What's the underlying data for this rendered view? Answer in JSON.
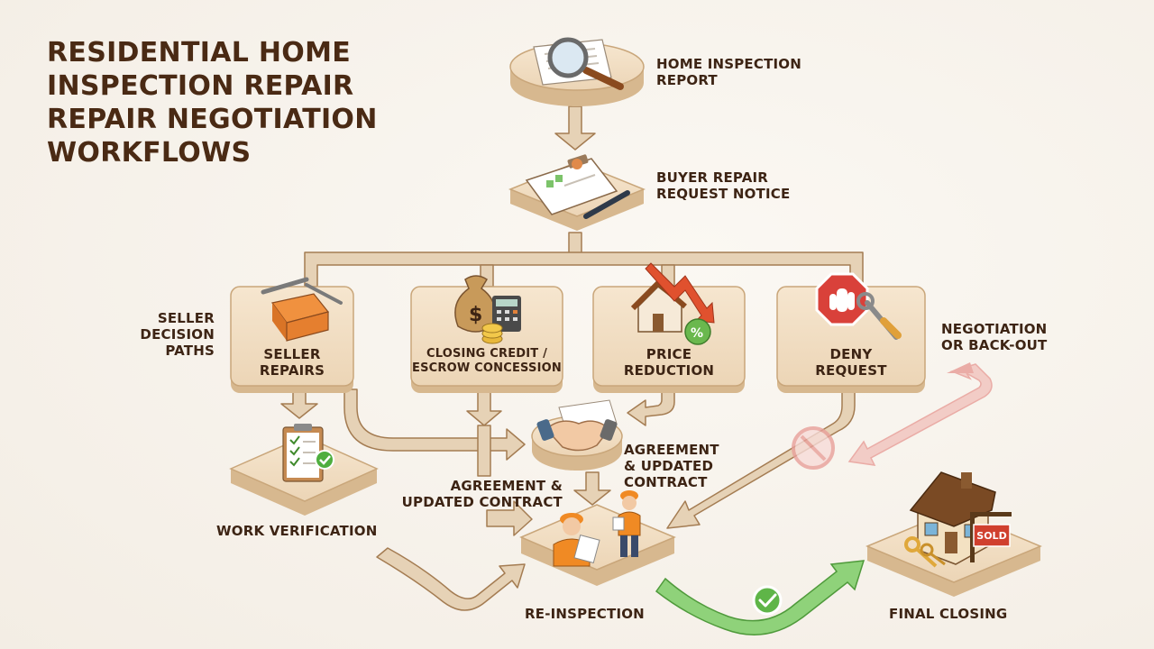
{
  "title": {
    "line1": "RESIDENTIAL HOME",
    "line2": "INSPECTION REPAIR",
    "line3": "REPAIR NEGOTIATION",
    "line4": "WORKFLOWS"
  },
  "nodes": {
    "inspection_report": {
      "line1": "HOME INSPECTION",
      "line2": "REPORT"
    },
    "repair_request": {
      "line1": "BUYER REPAIR",
      "line2": "REQUEST NOTICE"
    },
    "seller_repairs": {
      "line1": "SELLER",
      "line2": "REPAIRS"
    },
    "closing_credit": {
      "line1": "CLOSING CREDIT /",
      "line2": "ESCROW CONCESSION"
    },
    "price_reduction": {
      "line1": "PRICE",
      "line2": "REDUCTION"
    },
    "deny_request": {
      "line1": "DENY",
      "line2": "REQUEST"
    },
    "work_verification": {
      "label": "WORK VERIFICATION"
    },
    "agreement_center": {
      "line1": "AGREEMENT",
      "line2": "& UPDATED",
      "line3": "CONTRACT"
    },
    "agreement_left": {
      "line1": "AGREEMENT &",
      "line2": "UPDATED CONTRACT"
    },
    "re_inspection": {
      "label": "RE-INSPECTION"
    },
    "final_closing": {
      "label": "FINAL CLOSING",
      "sign": "SOLD"
    }
  },
  "annotations": {
    "seller_paths": {
      "line1": "SELLER",
      "line2": "DECISION",
      "line3": "PATHS"
    },
    "negotiation": {
      "line1": "NEGOTIATION",
      "line2": "OR BACK-OUT"
    }
  },
  "colors": {
    "tile": "#f0dcc0",
    "tile_side": "#d7b88f",
    "arrow": "#e6d2b6",
    "arrow_stroke": "#a47c52",
    "success": "#72c25a",
    "reject": "#e8a09a",
    "text": "#3d2414"
  }
}
